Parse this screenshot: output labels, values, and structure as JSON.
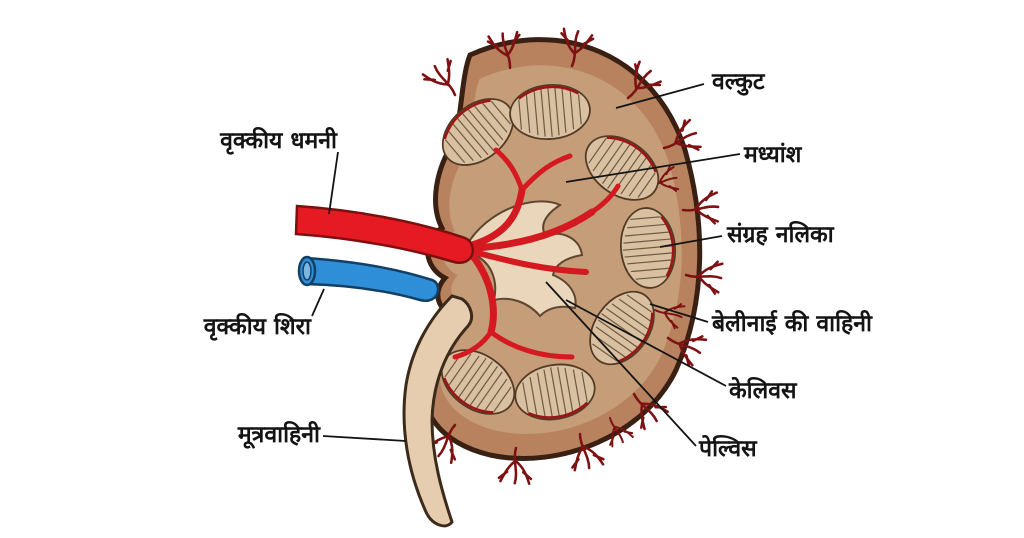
{
  "diagram": {
    "title": "Kidney longitudinal section (Hindi labelled diagram)",
    "labels": {
      "renal_artery": "वृक्कीय धमनी",
      "renal_vein": "वृक्कीय शिरा",
      "ureter": "मूत्रवाहिनी",
      "cortex": "वल्कुट",
      "medulla": "मध्यांश",
      "collecting_duct": "संग्रह नलिका",
      "bellini_duct": "बेलीनाई की वाहिनी",
      "calyx": "केलिवस",
      "pelvis": "पेल्विस"
    },
    "colors": {
      "artery_red": "#e51a23",
      "vein_blue": "#2e8ed8",
      "kidney_cortex": "#b8825f",
      "kidney_inner": "#c59d79",
      "kidney_outline": "#3a2012",
      "pyramid_fill": "#d8c0a0",
      "pelvis_tan": "#e9d6bb",
      "ureter_tan": "#e6cdb0",
      "vessel_dark_red": "#7e1212"
    }
  }
}
